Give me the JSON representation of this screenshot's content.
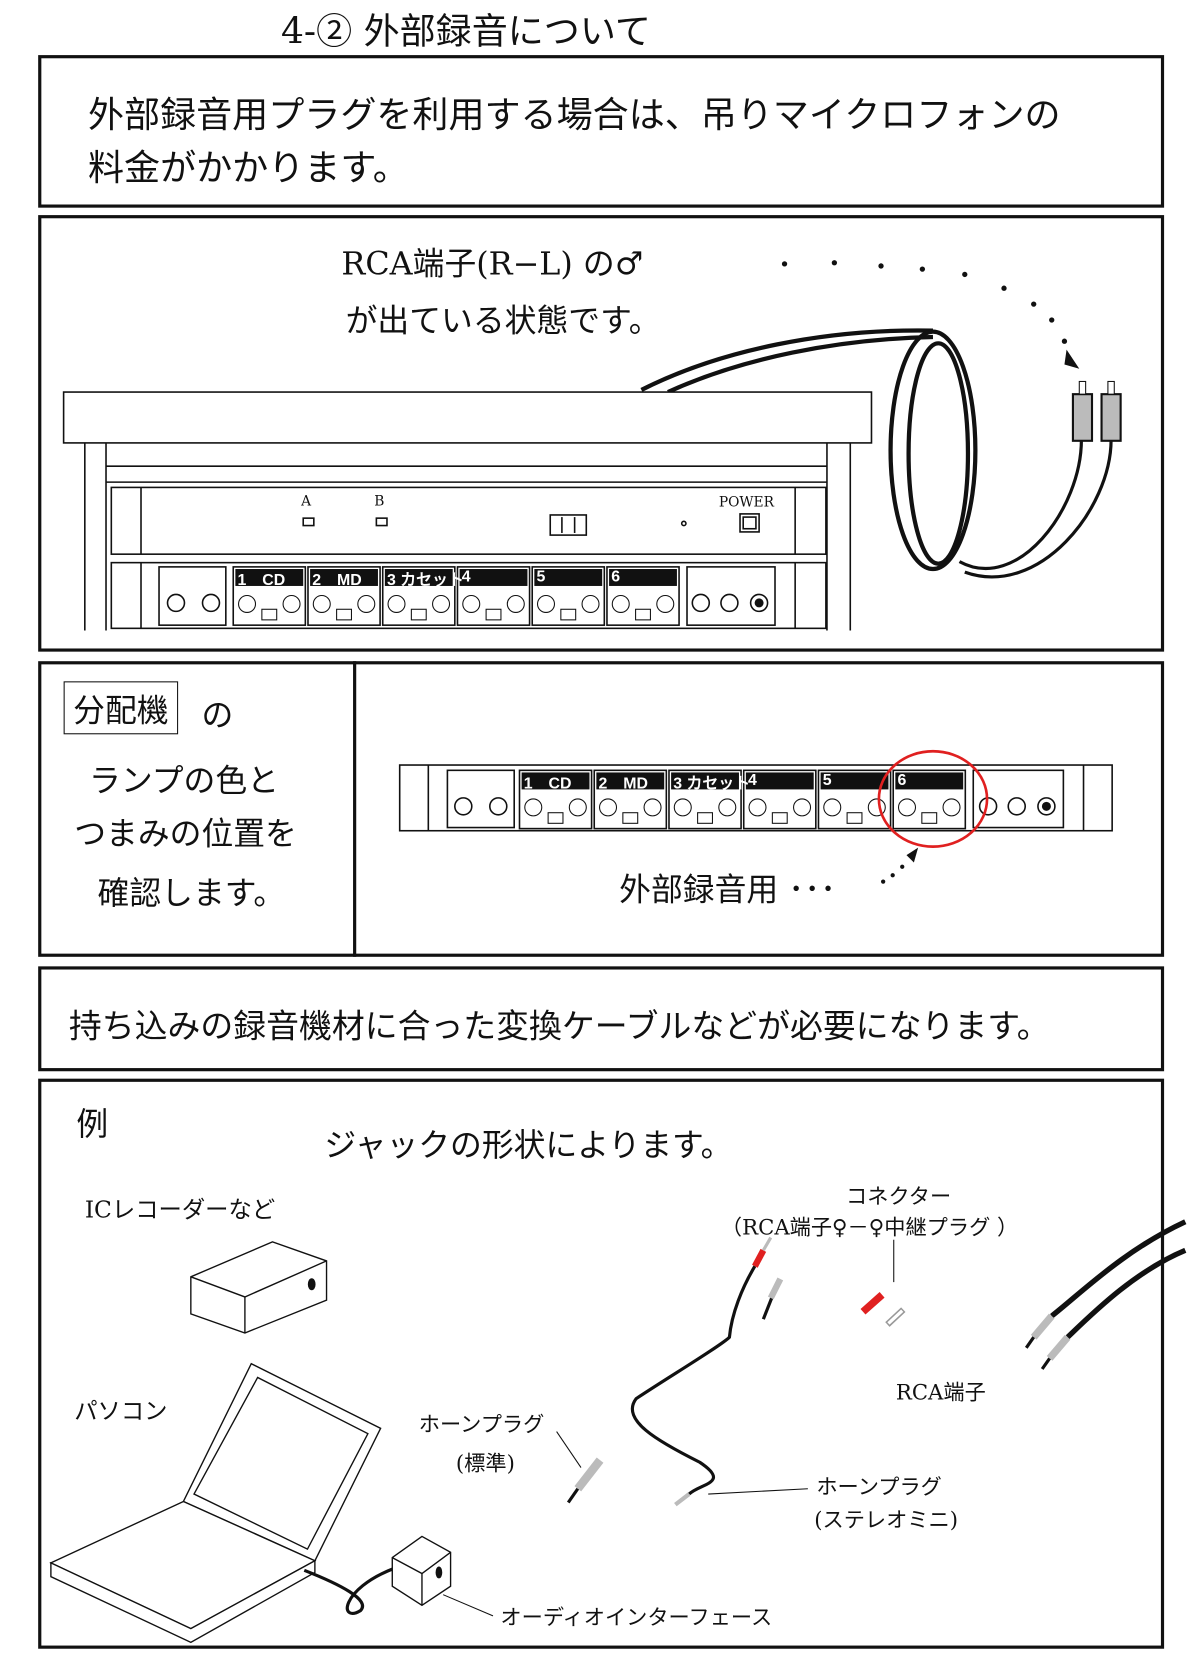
{
  "title": "4-② 外部録音について",
  "notice": {
    "line1": "外部録音用プラグを利用する場合は、吊りマイクロフォンの",
    "line2": "料金がかかります。"
  },
  "rca_panel": {
    "caption_line1": "RCA端子(R−L) の♂",
    "caption_line2": "が出ている状態です。",
    "indicator_a": "A",
    "indicator_b": "B",
    "power_label": "POWER",
    "channels": [
      "1　CD",
      "2　MD",
      "3 カセット",
      "4",
      "5",
      "6"
    ]
  },
  "distributor": {
    "keyword": "分配機",
    "line1_suffix": "の",
    "line2": "ランプの色と",
    "line3": "つまみの位置を",
    "line4": "確認します。",
    "channels": [
      "1　CD",
      "2　MD",
      "3 カセット",
      "4",
      "5",
      "6"
    ],
    "external_label": "外部録音用 ･･･"
  },
  "cable_notice": "持ち込みの録音機材に合った変換ケーブルなどが必要になります。",
  "example": {
    "heading": "例",
    "subtitle": "ジャックの形状によります。",
    "ic_recorder": "ICレコーダーなど",
    "pc": "パソコン",
    "connector_title": "コネクター",
    "connector_desc": "（RCA端子♀－♀中継プラグ ）",
    "rca": "RCA端子",
    "phone_std_line1": "ホーンプラグ",
    "phone_std_line2": "(標準)",
    "phone_mini_line1": "ホーンプラグ",
    "phone_mini_line2": "(ステレオミニ)",
    "audio_interface": "オーディオインターフェース"
  },
  "colors": {
    "accent_red": "#e02020",
    "plug_gray": "#bdbdbd"
  }
}
